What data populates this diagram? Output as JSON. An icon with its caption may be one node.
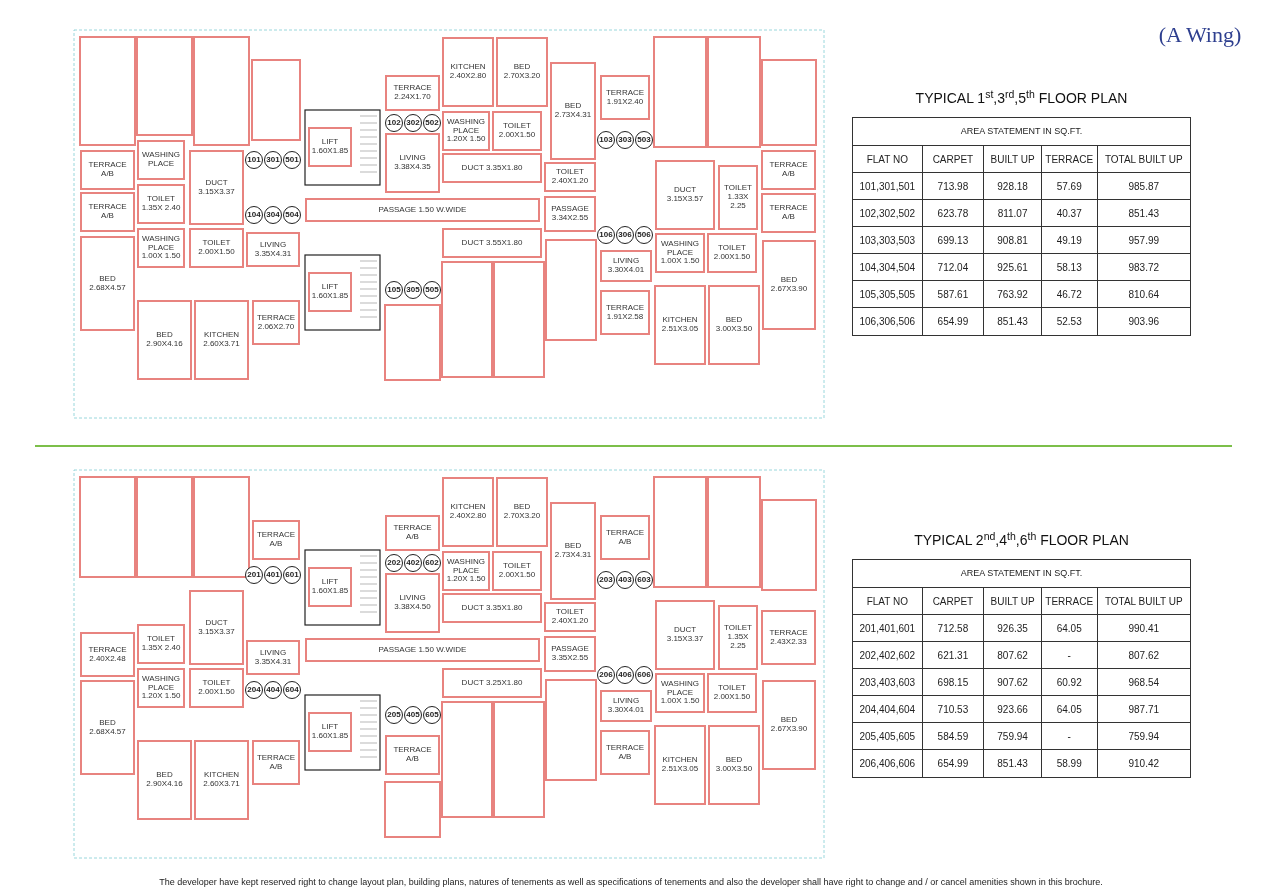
{
  "diagram": {
    "nodes": [
      {
        "text": [
          "TERRACE A/B"
        ]
      },
      {
        "text": [
          "TERRACE A/B"
        ]
      },
      {
        "text": [
          "TOILET 1.35X 2.40"
        ]
      },
      {
        "text": [
          "WASHING PLACE"
        ]
      },
      {
        "text": [
          "DUCT 3.15X3.37"
        ]
      },
      {
        "text": [
          "WASHING PLACE 1.00X 1.50"
        ]
      },
      {
        "text": [
          "TOILET 2.00X1.50"
        ]
      },
      {
        "text": [
          "LIVING 3.35X4.31"
        ]
      },
      {
        "text": [
          "BED 2.68X4.57"
        ]
      },
      {
        "text": [
          "BED 2.90X4.16"
        ]
      },
      {
        "text": [
          "KITCHEN 2.60X3.71"
        ]
      },
      {
        "text": [
          "TERRACE 2.06X2.70"
        ]
      },
      {
        "text": [
          "LIFT 1.60X1.85"
        ]
      },
      {
        "text": [
          "LIFT 1.60X1.85"
        ]
      },
      {
        "text": [
          "TERRACE 2.24X1.70"
        ]
      },
      {
        "text": [
          "KITCHEN 2.40X2.80"
        ]
      },
      {
        "text": [
          "BED 2.70X3.20"
        ]
      },
      {
        "text": [
          "LIVING 3.38X4.35"
        ]
      },
      {
        "text": [
          "WASHING PLACE 1.20X 1.50"
        ]
      },
      {
        "text": [
          "TOILET 2.00X1.50"
        ]
      },
      {
        "text": [
          "DUCT 3.35X1.80"
        ]
      },
      {
        "text": [
          "BED 2.73X4.31"
        ]
      },
      {
        "text": [
          "TOILET 2.40X1.20"
        ]
      },
      {
        "text": [
          "PASSAGE 1.50 W.WIDE"
        ]
      },
      {
        "text": [
          "PASSAGE 3.34X2.55"
        ]
      },
      {
        "text": [
          "DUCT 3.55X1.80"
        ]
      },
      {
        "text": [
          "TERRACE 1.91X2.40"
        ]
      },
      {
        "text": [
          "DUCT 3.15X3.57"
        ]
      },
      {
        "text": [
          "TOILET 1.33X 2.25"
        ]
      },
      {
        "text": [
          "TERRACE A/B"
        ]
      },
      {
        "text": [
          "TERRACE A/B"
        ]
      },
      {
        "text": [
          "WASHING PLACE 1.00X 1.50"
        ]
      },
      {
        "text": [
          "TOILET 2.00X1.50"
        ]
      },
      {
        "text": [
          "LIVING 3.30X4.01"
        ]
      },
      {
        "text": [
          "TERRACE 1.91X2.58"
        ]
      },
      {
        "text": [
          "KITCHEN 2.51X3.05"
        ]
      },
      {
        "text": [
          "BED 3.00X3.50"
        ]
      },
      {
        "text": [
          "BED 2.67X3.90"
        ]
      },
      {
        "text": [
          "TERRACE 2.40X2.48"
        ]
      },
      {
        "text": [
          "TOILET 1.35X 2.40"
        ]
      },
      {
        "text": [
          "DUCT 3.15X3.37"
        ]
      },
      {
        "text": [
          "WASHING PLACE 1.20X 1.50"
        ]
      },
      {
        "text": [
          "TOILET 2.00X1.50"
        ]
      },
      {
        "text": [
          "LIVING 3.35X4.31"
        ]
      },
      {
        "text": [
          "BED 2.68X4.57"
        ]
      },
      {
        "text": [
          "BED 2.90X4.16"
        ]
      },
      {
        "text": [
          "KITCHEN 2.60X3.71"
        ]
      },
      {
        "text": [
          "TERRACE A/B"
        ]
      },
      {
        "text": [
          "TERRACE A/B"
        ]
      },
      {
        "text": [
          "LIFT 1.60X1.85"
        ]
      },
      {
        "text": [
          "LIFT 1.60X1.85"
        ]
      },
      {
        "text": [
          "TERRACE A/B"
        ]
      },
      {
        "text": [
          "KITCHEN 2.40X2.80"
        ]
      },
      {
        "text": [
          "BED 2.70X3.20"
        ]
      },
      {
        "text": [
          "LIVING 3.38X4.50"
        ]
      },
      {
        "text": [
          "WASHING PLACE 1.20X 1.50"
        ]
      },
      {
        "text": [
          "TOILET 2.00X1.50"
        ]
      },
      {
        "text": [
          "DUCT 3.35X1.80"
        ]
      },
      {
        "text": [
          "BED 2.73X4.31"
        ]
      },
      {
        "text": [
          "TOILET 2.40X1.20"
        ]
      },
      {
        "text": [
          "PASSAGE 1.50 W.WIDE"
        ]
      },
      {
        "text": [
          "PASSAGE 3.35X2.55"
        ]
      },
      {
        "text": [
          "DUCT 3.25X1.80"
        ]
      },
      {
        "text": [
          "TERRACE A/B"
        ]
      },
      {
        "text": [
          "TERRACE A/B"
        ]
      },
      {
        "text": [
          "DUCT 3.15X3.37"
        ]
      },
      {
        "text": [
          "TOILET 1.35X 2.25"
        ]
      },
      {
        "text": [
          "TERRACE 2.43X2.33"
        ]
      },
      {
        "text": [
          "WASHING PLACE 1.00X 1.50"
        ]
      },
      {
        "text": [
          "TOILET 2.00X1.50"
        ]
      },
      {
        "text": [
          "LIVING 3.30X4.01"
        ]
      },
      {
        "text": [
          "TERRACE A/B"
        ]
      },
      {
        "text": [
          "KITCHEN 2.51X3.05"
        ]
      },
      {
        "text": [
          "BED 3.00X3.50"
        ]
      },
      {
        "text": [
          "BED 2.67X3.90"
        ]
      }
    ],
    "labels": [
      "(A Wing)",
      "101",
      "301",
      "501",
      "102",
      "302",
      "502",
      "103",
      "303",
      "503",
      "104",
      "304",
      "504",
      "105",
      "305",
      "505",
      "106",
      "306",
      "506",
      "TYPICAL 1$^{st}$,3$^{rd}$,5$^{th}$ FLOOR PLAN",
      "AREA STATEMENT IN SQ.FT.",
      "FLAT NO",
      "CARPET",
      "BUILT UP",
      "TERRACE",
      "TOTAL BUILT UP",
      "101,301,501",
      "713.98",
      "928.18",
      "57.69",
      "985.87",
      "102,302,502",
      "623.78",
      "811.07",
      "40.37",
      "851.43",
      "103,303,503",
      "699.13",
      "908.81",
      "49.19",
      "957.99",
      "104,304,504",
      "712.04",
      "925.61",
      "58.13",
      "983.72",
      "105,305,505",
      "587.61",
      "763.92",
      "46.72",
      "810.64",
      "106,306,506",
      "654.99",
      "851.43",
      "52.53",
      "903.96",
      "201",
      "401",
      "601",
      "202",
      "402",
      "602",
      "203",
      "403",
      "603",
      "204",
      "404",
      "604",
      "205",
      "405",
      "605",
      "206",
      "406",
      "606",
      "TYPICAL 2$^{nd}$,4$^{th}$,6$^{th}$ FLOOR PLAN",
      "AREA STATEMENT IN SQ.FT.",
      "FLAT NO",
      "CARPET",
      "BUILT UP",
      "TERRACE",
      "TOTAL BUILT UP",
      "201,401,601",
      "712.58",
      "926.35",
      "64.05",
      "990.41",
      "202,402,602",
      "621.31",
      "807.62",
      "-",
      "807.62",
      "203,403,603",
      "698.15",
      "907.62",
      "60.92",
      "968.54",
      "204,404,604",
      "710.53",
      "923.66",
      "64.05",
      "987.71",
      "205,405,605",
      "584.59",
      "759.94",
      "-",
      "759.94",
      "206,406,606",
      "654.99",
      "851.43",
      "58.99",
      "910.42",
      "The developer have kept reserved right to change layout plan, building plans, natures of tenements as well as specifications of tenements and also the developer shall have right to change and / or cancel amenities shown in this brochure."
    ]
  }
}
